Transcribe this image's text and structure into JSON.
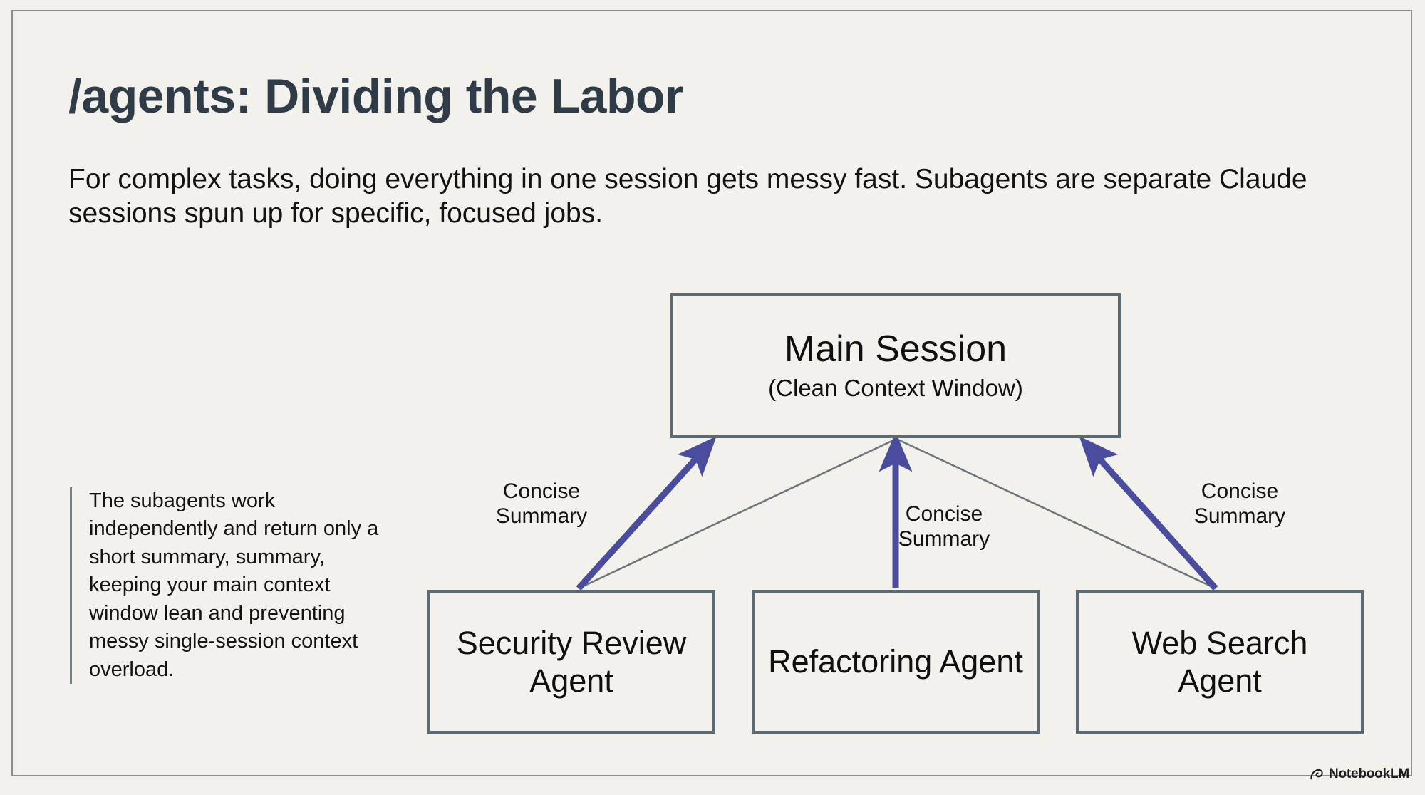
{
  "slide": {
    "title": "/agents: Dividing the Labor",
    "subtitle": "For complex tasks, doing everything in one session gets messy fast. Subagents are separate Claude sessions spun up for specific, focused jobs.",
    "side_note": "The subagents work independently and return only a short summary, summary, keeping your main context window lean and preventing messy single-session context overload."
  },
  "diagram": {
    "main_node": {
      "title": "Main Session",
      "subtitle": "(Clean Context Window)"
    },
    "agents": [
      {
        "label": "Security\nReview Agent",
        "edge_label": "Concise\nSummary"
      },
      {
        "label": "Refactoring\nAgent",
        "edge_label": "Concise\nSummary"
      },
      {
        "label": "Web Search\nAgent",
        "edge_label": "Concise\nSummary"
      }
    ]
  },
  "watermark": {
    "text": "NotebookLM"
  },
  "colors": {
    "background": "#f2f1ec",
    "title": "#2f3c47",
    "node_border": "#5c6a74",
    "arrow": "#4a4d9e",
    "guide_line": "#6e767c",
    "frame": "#8b8f8c"
  }
}
